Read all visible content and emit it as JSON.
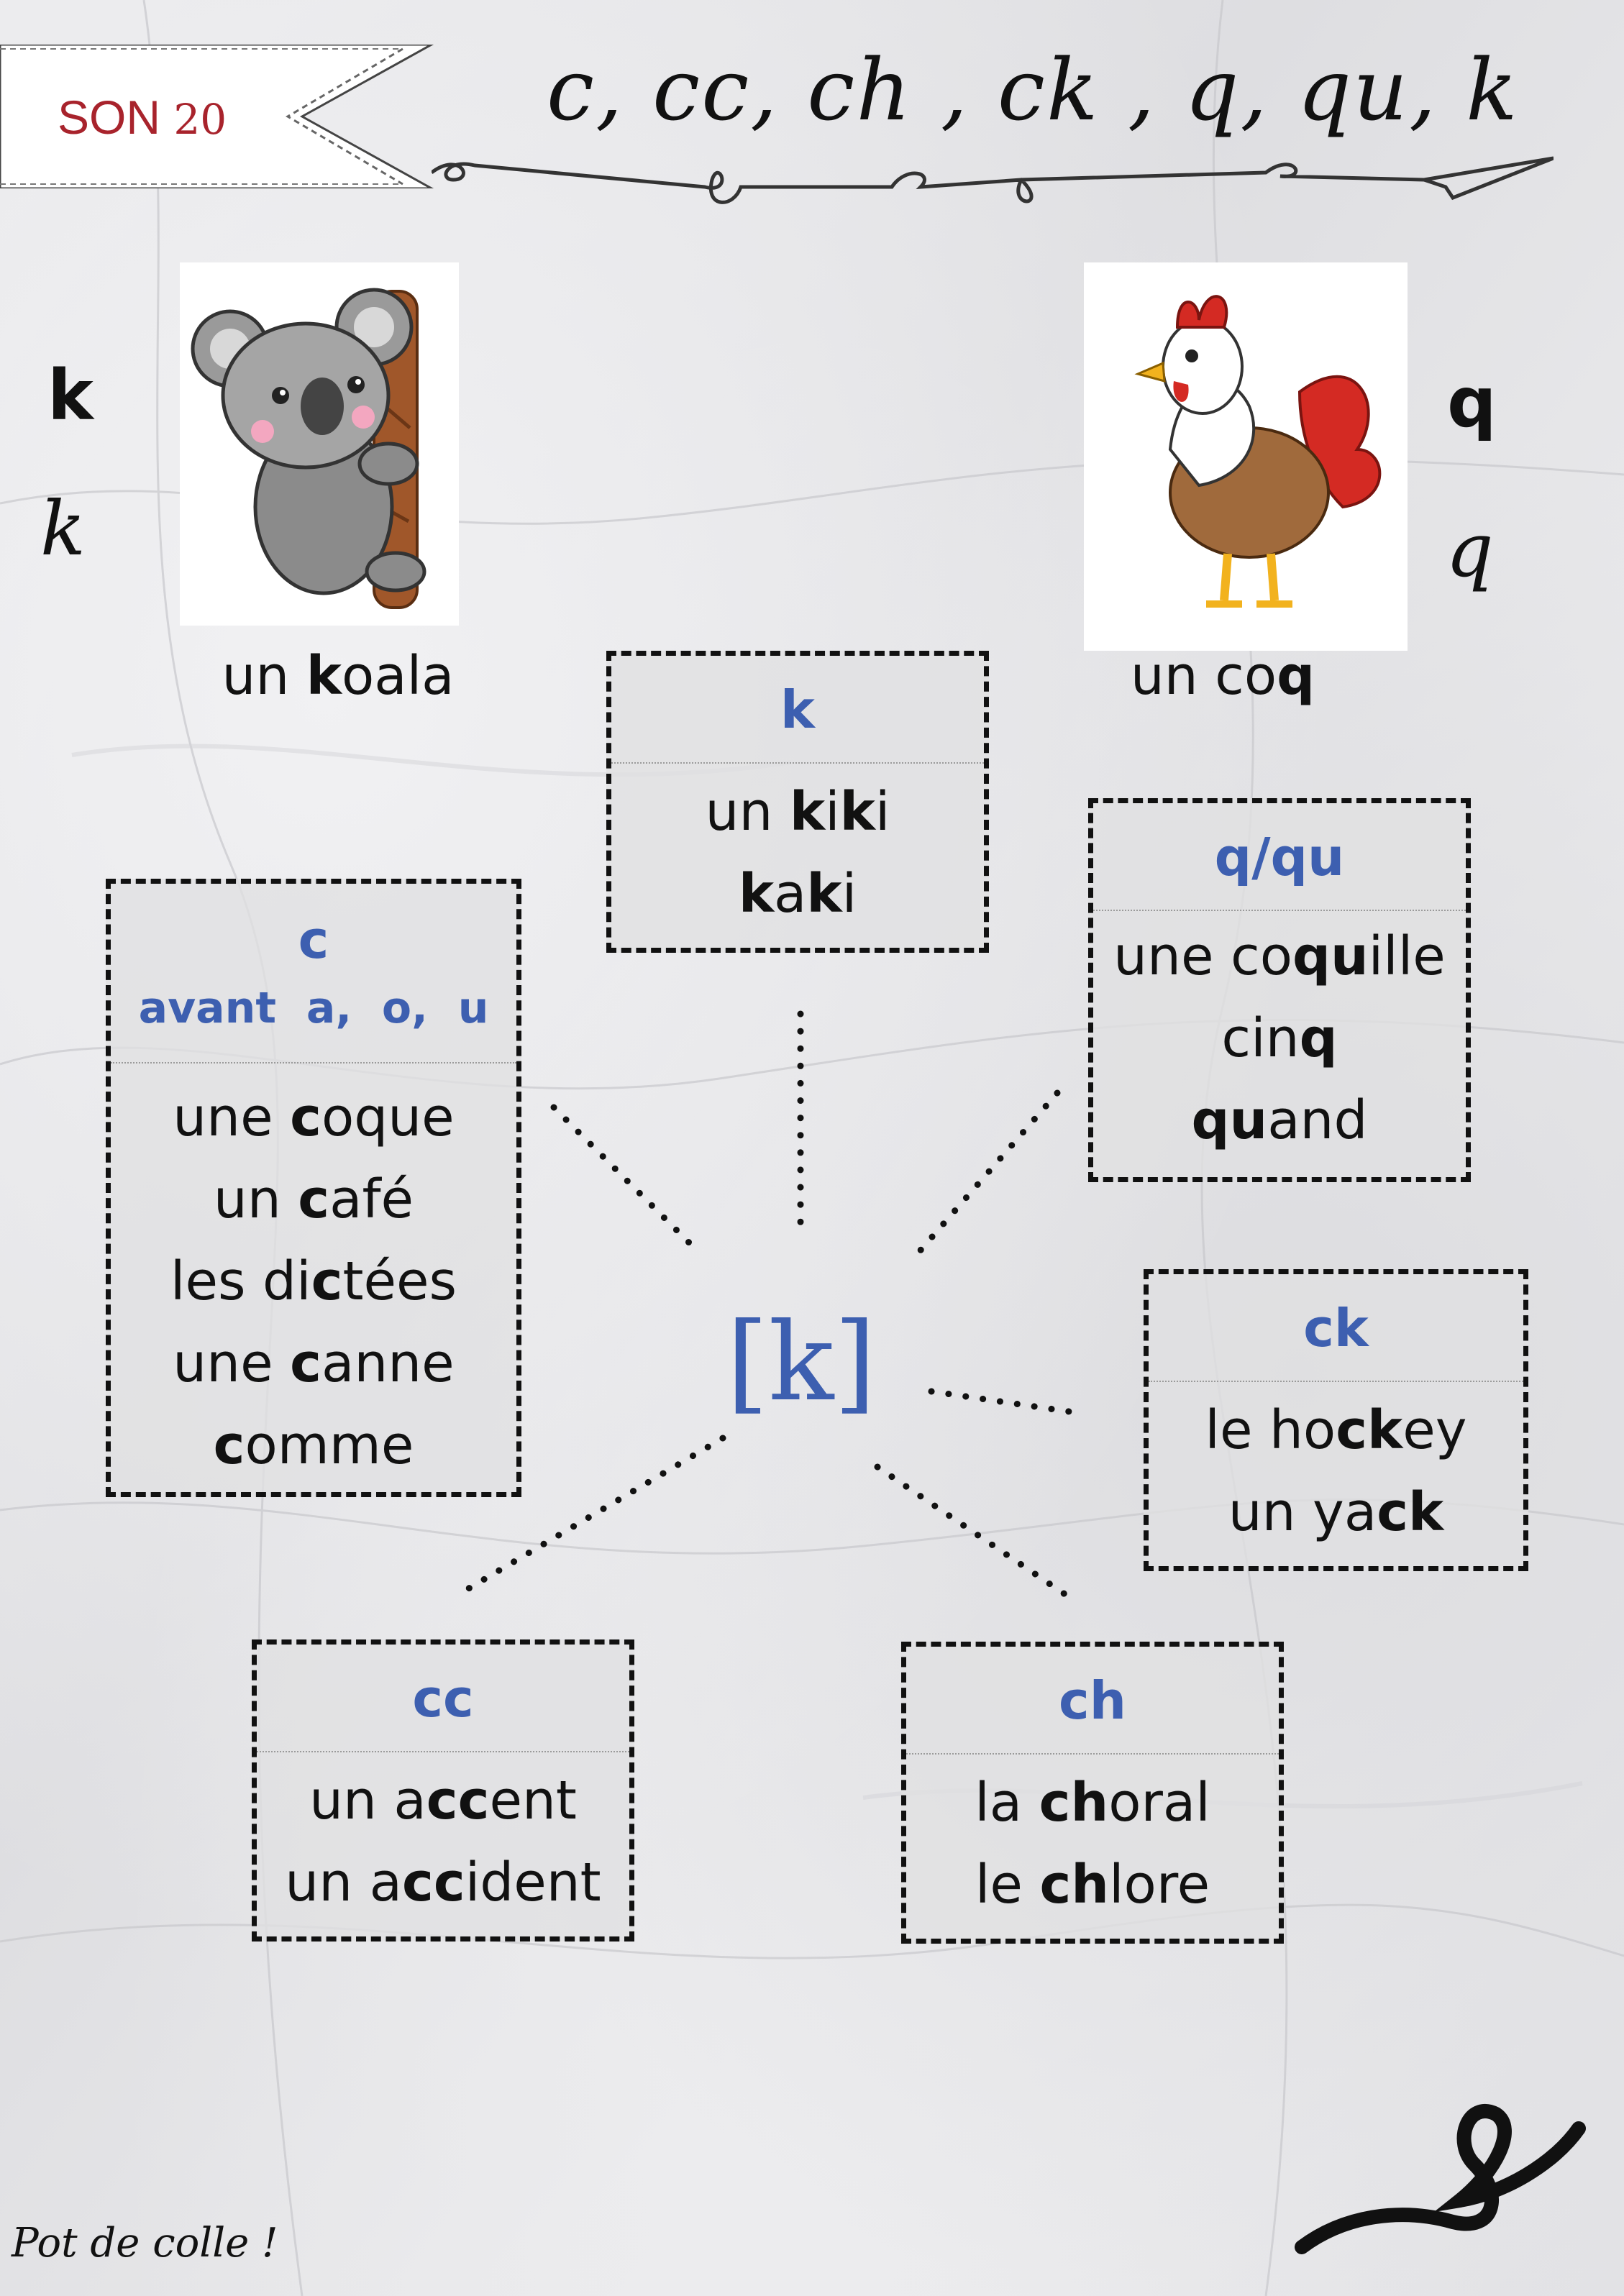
{
  "header": {
    "son_label": "SON",
    "son_number": "20",
    "title": "c, cc, ch , ck , q, qu, k"
  },
  "left_letters": {
    "print": "k",
    "script": "k"
  },
  "right_letters": {
    "print": "q",
    "script": "q"
  },
  "pictures": {
    "koala": {
      "caption_pre": "un ",
      "caption_bold": "k",
      "caption_post": "oala",
      "icon": "koala-illustration"
    },
    "coq": {
      "caption_pre": "un co",
      "caption_bold": "q",
      "caption_post": "",
      "icon": "rooster-illustration"
    }
  },
  "center_sound": "[k]",
  "boxes": {
    "k": {
      "head": "k",
      "words": [
        [
          "un ",
          "k",
          "i",
          "k",
          "i"
        ],
        [
          "",
          "k",
          "a",
          "k",
          "i"
        ]
      ]
    },
    "c": {
      "head_line1": "c",
      "head_line2": "avant  a,  o,  u",
      "words": [
        [
          "une ",
          "c",
          "oque"
        ],
        [
          "un ",
          "c",
          "afé"
        ],
        [
          "les di",
          "c",
          "tées"
        ],
        [
          "une ",
          "c",
          "anne"
        ],
        [
          "",
          "c",
          "omme"
        ]
      ]
    },
    "qqu": {
      "head": "q/qu",
      "words": [
        [
          "une co",
          "qu",
          "ille"
        ],
        [
          "cin",
          "q",
          ""
        ],
        [
          "",
          "qu",
          "and"
        ]
      ]
    },
    "ck": {
      "head": "ck",
      "words": [
        [
          "le ho",
          "ck",
          "ey"
        ],
        [
          "un ya",
          "ck",
          ""
        ]
      ]
    },
    "cc": {
      "head": "cc",
      "words": [
        [
          "un a",
          "cc",
          "ent"
        ],
        [
          "un a",
          "cc",
          "ident"
        ]
      ]
    },
    "ch": {
      "head": "ch",
      "words": [
        [
          "la ",
          "ch",
          "oral"
        ],
        [
          "le ",
          "ch",
          "lore"
        ]
      ]
    }
  },
  "footer": "Pot de colle !"
}
